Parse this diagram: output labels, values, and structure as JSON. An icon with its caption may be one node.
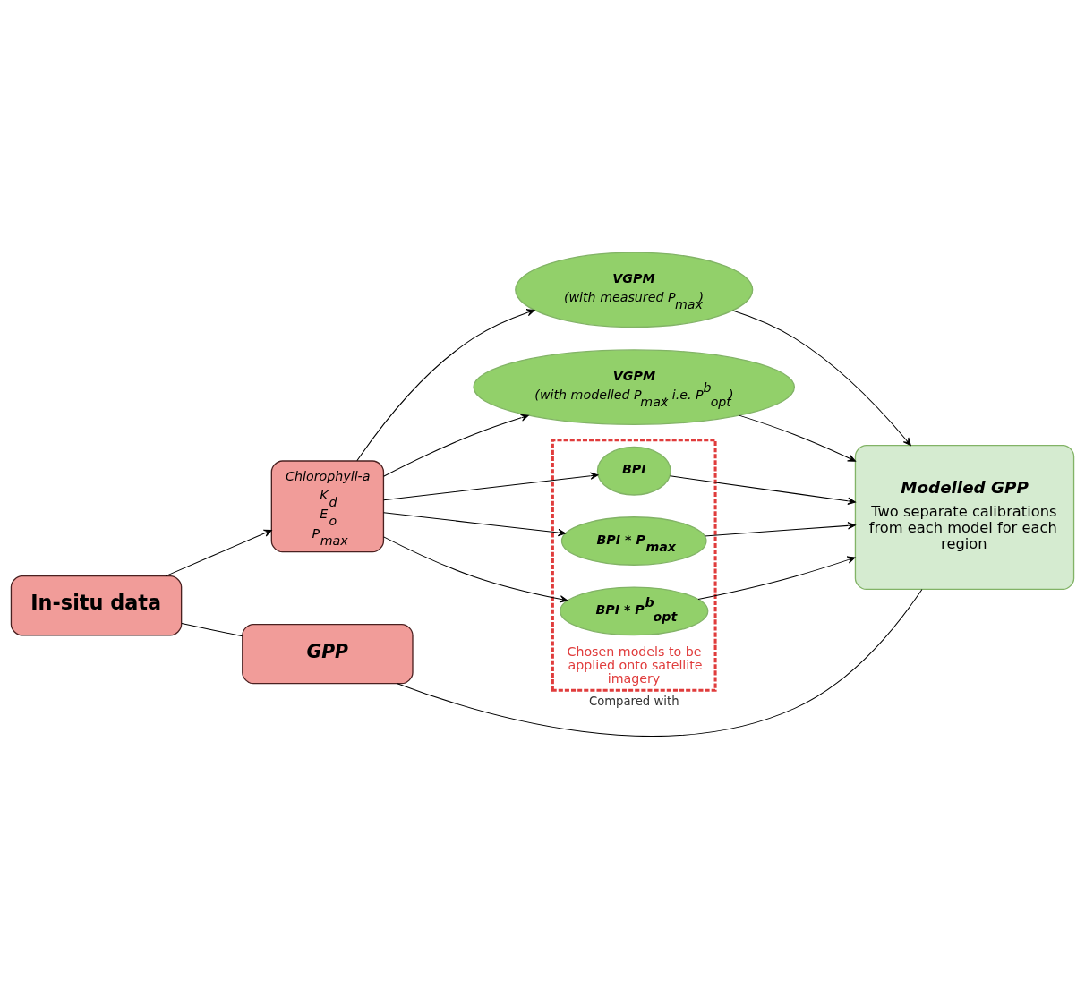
{
  "diagram": {
    "nodes": [
      {
        "text": [
          "In-situ data"
        ]
      },
      {
        "text": [
          "Chlorophyll-a",
          "K$_{d}$",
          "E$_{o}$",
          "P$_{max}$"
        ]
      },
      {
        "text": [
          "VGPM",
          "(with measured P$_{max}$)"
        ]
      },
      {
        "text": [
          "VGPM",
          "(with modelled P$_{max}$, i.e. P$^{b}$$_{opt}$)"
        ]
      },
      {
        "text": [],
        "shape": "box",
        "beside": [
          "Chosen models to be applied onto satellite imagery"
        ]
      },
      {
        "text": [
          "BPI"
        ],
        "in": 4
      },
      {
        "text": [
          "BPI * P$_{max}$"
        ],
        "in": 4
      },
      {
        "text": [
          "BPI * P$^{b}$$_{opt}$"
        ],
        "in": 4
      },
      {
        "text": [
          "GPP"
        ]
      },
      {
        "text": [
          "Modelled GPP",
          "Two separate calibrations from each model for each region"
        ]
      }
    ],
    "edges": [
      {
        "from": 0,
        "to": 1,
        "arrow": "to"
      },
      {
        "from": 0,
        "to": 8,
        "arrow": "none"
      },
      {
        "from": 1,
        "to": 2,
        "arrow": "to"
      },
      {
        "from": 1,
        "to": 3,
        "arrow": "to"
      },
      {
        "from": 1,
        "to": 5,
        "arrow": "to"
      },
      {
        "from": 1,
        "to": 6,
        "arrow": "to"
      },
      {
        "from": 1,
        "to": 7,
        "arrow": "to"
      },
      {
        "from": 2,
        "to": 9,
        "arrow": "to"
      },
      {
        "from": 3,
        "to": 9,
        "arrow": "to"
      },
      {
        "from": 5,
        "to": 9,
        "arrow": "to"
      },
      {
        "from": 6,
        "to": 9,
        "arrow": "to"
      },
      {
        "from": 7,
        "to": 9,
        "arrow": "to"
      },
      {
        "from": 8,
        "to": 9,
        "arrow": "none",
        "label": "Compared with"
      }
    ]
  }
}
